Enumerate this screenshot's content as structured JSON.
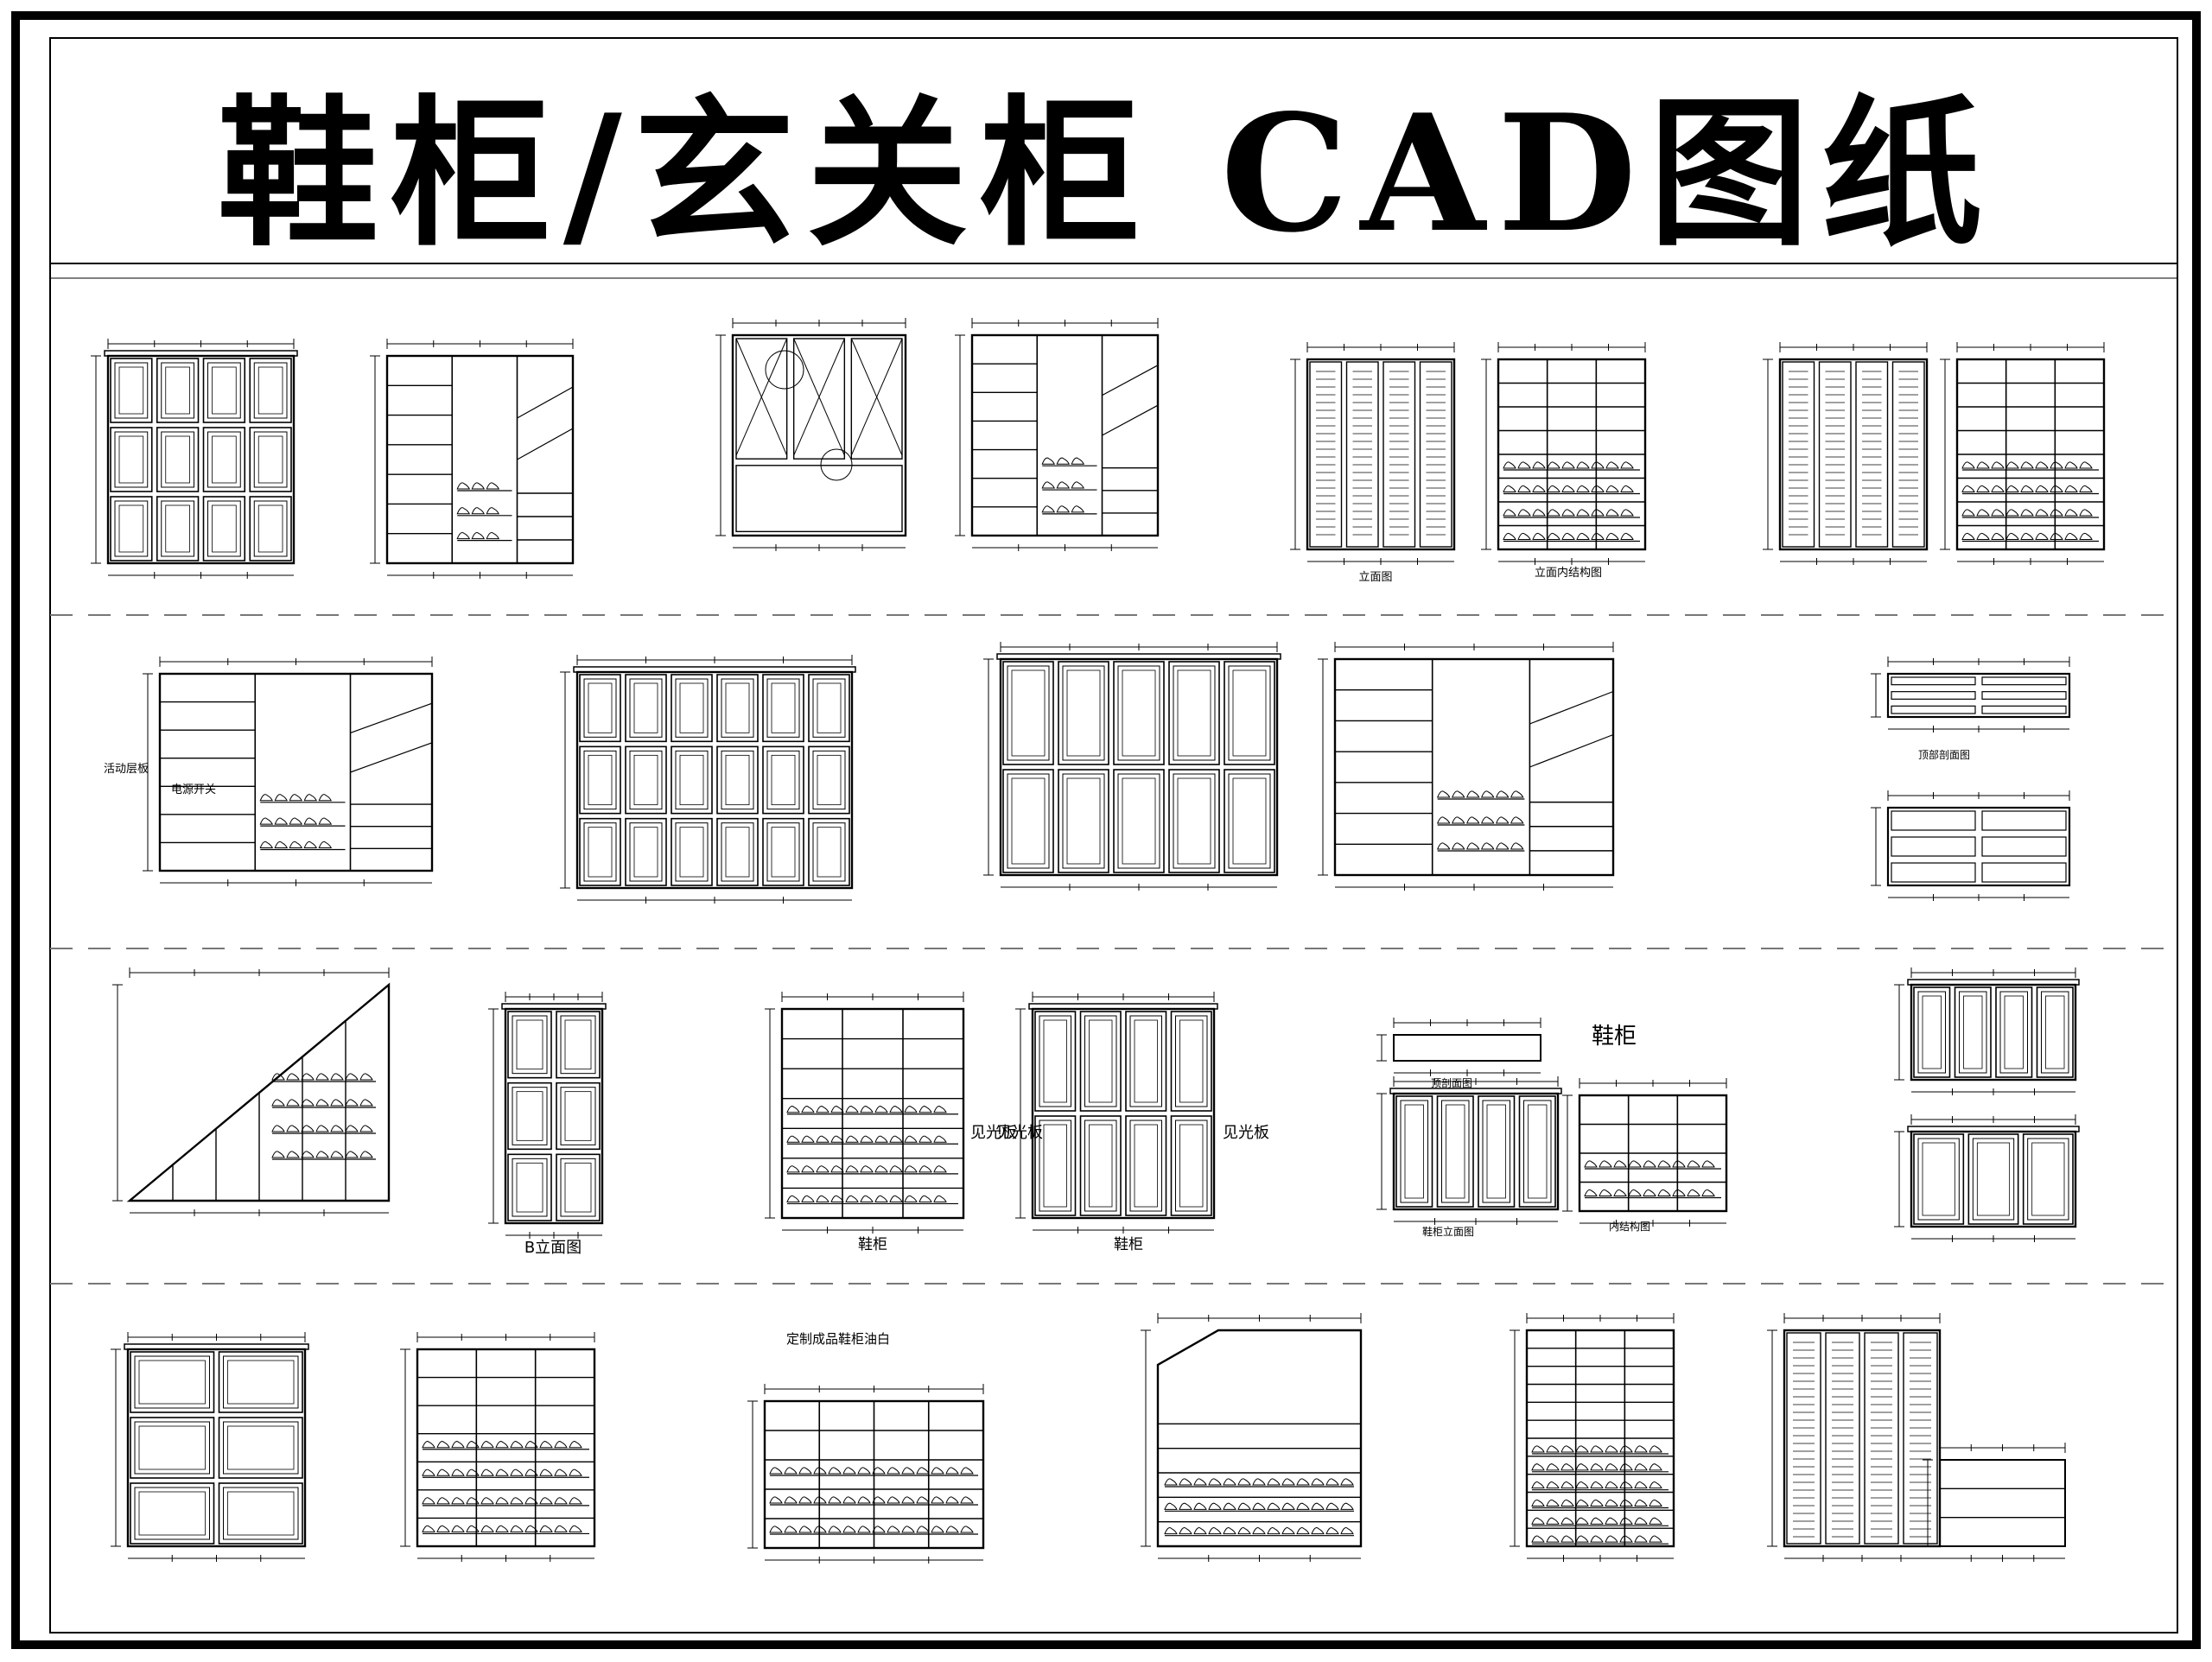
{
  "title": "鞋柜/玄关柜 CAD图纸",
  "labels": {
    "lihua": "立面图",
    "neijiegou": "立面内结构图",
    "dingzhi": "定制成品鞋柜油白",
    "xiegui": "鞋柜",
    "xiegui2": "鞋柜",
    "xiegui3": "鞋柜",
    "bpanel": "B立面图",
    "jianguang1": "见光板",
    "jianguang2": "见光板",
    "jianguang3": "见光板",
    "dingpou": "顶剖面图",
    "xieguilimian": "鞋柜立面图",
    "neijiegoutu": "内结构图",
    "huodongcengban": "活动层板",
    "dianyuan": "电源开关",
    "dingbu": "顶部剖面图"
  },
  "colors": {
    "line": "#000000",
    "dash": "#666666",
    "background": "#ffffff"
  }
}
